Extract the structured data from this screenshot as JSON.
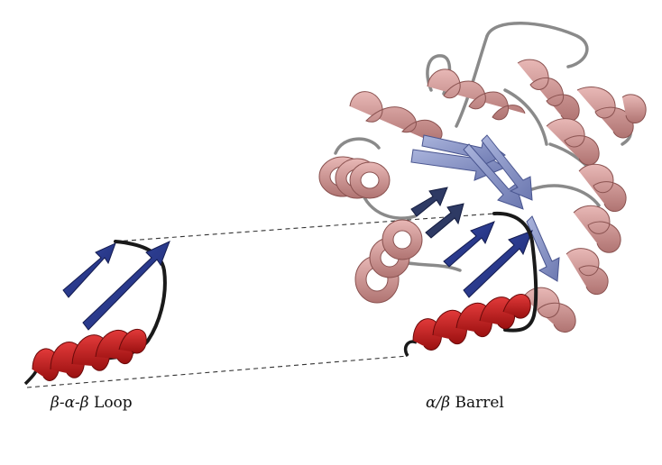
{
  "captions": {
    "left": {
      "symbols": "β-α-β",
      "word": "Loop"
    },
    "right": {
      "symbols": "α/β",
      "word": "Barrel"
    }
  },
  "colors": {
    "helix_motif": "#c41e1e",
    "strand_motif": "#24368c",
    "barrel_helix": "#d49a98",
    "barrel_strand": "#8a96c8",
    "coil": "#1a1a1a",
    "coil_barrel": "#8a8a8a",
    "guide_lines": "#333333"
  },
  "icons": [
    "beta-strand-arrow",
    "alpha-helix-ribbon",
    "loop-coil"
  ]
}
